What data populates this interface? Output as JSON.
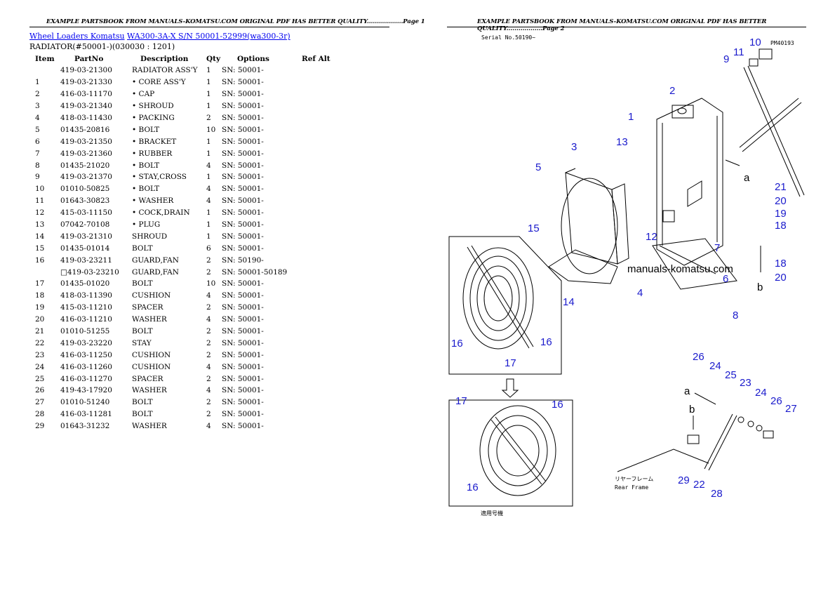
{
  "header": {
    "page1": "EXAMPLE PARTSBOOK FROM MANUALS-KOMATSU.COM ORIGINAL PDF HAS BETTER QUALITY..................Page 1",
    "page2": "EXAMPLE PARTSBOOK FROM MANUALS-KOMATSU.COM ORIGINAL PDF HAS BETTER QUALITY..................Page 2"
  },
  "breadcrumb": {
    "link1": "Wheel Loaders Komatsu",
    "link2": "WA300-3A-X S/N 50001-52999(wa300-3r)"
  },
  "subtitle": "RADIATOR(#50001-)(030030 : 1201)",
  "table": {
    "headers": [
      "Item",
      "PartNo",
      "Description",
      "Qty",
      "Options",
      "Ref Alt"
    ],
    "rows": [
      [
        "",
        "419-03-21300",
        "RADIATOR ASS'Y",
        "1",
        "SN: 50001-"
      ],
      [
        "1",
        "419-03-21330",
        "• CORE ASS'Y",
        "1",
        "SN: 50001-"
      ],
      [
        "2",
        "416-03-11170",
        "• CAP",
        "1",
        "SN: 50001-"
      ],
      [
        "3",
        "419-03-21340",
        "• SHROUD",
        "1",
        "SN: 50001-"
      ],
      [
        "4",
        "418-03-11430",
        "• PACKING",
        "2",
        "SN: 50001-"
      ],
      [
        "5",
        "01435-20816",
        "• BOLT",
        "10",
        "SN: 50001-"
      ],
      [
        "6",
        "419-03-21350",
        "• BRACKET",
        "1",
        "SN: 50001-"
      ],
      [
        "7",
        "419-03-21360",
        "• RUBBER",
        "1",
        "SN: 50001-"
      ],
      [
        "8",
        "01435-21020",
        "• BOLT",
        "4",
        "SN: 50001-"
      ],
      [
        "9",
        "419-03-21370",
        "• STAY,CROSS",
        "1",
        "SN: 50001-"
      ],
      [
        "10",
        "01010-50825",
        "• BOLT",
        "4",
        "SN: 50001-"
      ],
      [
        "11",
        "01643-30823",
        "• WASHER",
        "4",
        "SN: 50001-"
      ],
      [
        "12",
        "415-03-11150",
        "• COCK,DRAIN",
        "1",
        "SN: 50001-"
      ],
      [
        "13",
        "07042-70108",
        "• PLUG",
        "1",
        "SN: 50001-"
      ],
      [
        "14",
        "419-03-21310",
        "SHROUD",
        "1",
        "SN: 50001-"
      ],
      [
        "15",
        "01435-01014",
        "BOLT",
        "6",
        "SN: 50001-"
      ],
      [
        "16",
        "419-03-23211",
        "GUARD,FAN",
        "2",
        "SN: 50190-"
      ],
      [
        "",
        "□419-03-23210",
        "GUARD,FAN",
        "2",
        "SN: 50001-50189"
      ],
      [
        "17",
        "01435-01020",
        "BOLT",
        "10",
        "SN: 50001-"
      ],
      [
        "18",
        "418-03-11390",
        "CUSHION",
        "4",
        "SN: 50001-"
      ],
      [
        "19",
        "415-03-11210",
        "SPACER",
        "2",
        "SN: 50001-"
      ],
      [
        "20",
        "416-03-11210",
        "WASHER",
        "4",
        "SN: 50001-"
      ],
      [
        "21",
        "01010-51255",
        "BOLT",
        "2",
        "SN: 50001-"
      ],
      [
        "22",
        "419-03-23220",
        "STAY",
        "2",
        "SN: 50001-"
      ],
      [
        "23",
        "416-03-11250",
        "CUSHION",
        "2",
        "SN: 50001-"
      ],
      [
        "24",
        "416-03-11260",
        "CUSHION",
        "4",
        "SN: 50001-"
      ],
      [
        "25",
        "416-03-11270",
        "SPACER",
        "2",
        "SN: 50001-"
      ],
      [
        "26",
        "419-43-17920",
        "WASHER",
        "4",
        "SN: 50001-"
      ],
      [
        "27",
        "01010-51240",
        "BOLT",
        "2",
        "SN: 50001-"
      ],
      [
        "28",
        "416-03-11281",
        "BOLT",
        "2",
        "SN: 50001-"
      ],
      [
        "29",
        "01643-31232",
        "WASHER",
        "4",
        "SN: 50001-"
      ]
    ]
  },
  "diagram": {
    "serial_note": "Serial No.50190~",
    "code": "PM40193",
    "watermark": "manuals-komatsu.com",
    "rear_frame_jp": "リヤーフレーム",
    "rear_frame_en": "Rear Frame",
    "applicable_jp": "適用号機",
    "arrow_a": "a",
    "arrow_b": "b",
    "callouts": [
      "1",
      "2",
      "3",
      "4",
      "5",
      "6",
      "7",
      "8",
      "9",
      "10",
      "11",
      "12",
      "13",
      "14",
      "15",
      "16",
      "16",
      "17",
      "16",
      "17",
      "16",
      "18",
      "19",
      "20",
      "21",
      "18",
      "20",
      "22",
      "23",
      "24",
      "25",
      "26",
      "24",
      "26",
      "27",
      "28",
      "29"
    ]
  }
}
